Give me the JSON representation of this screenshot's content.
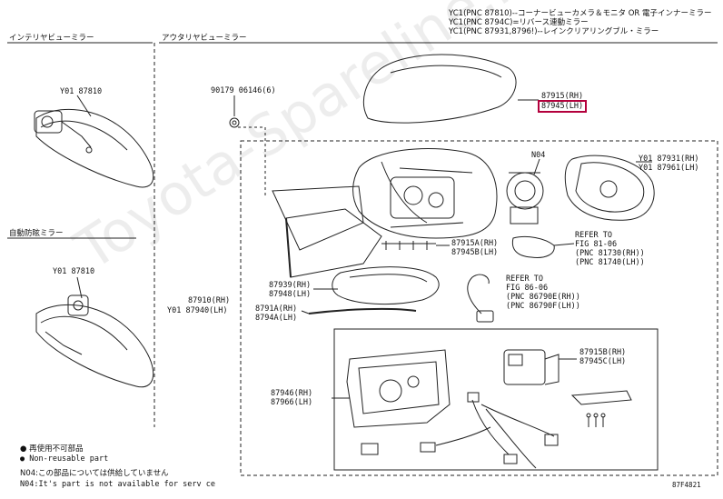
{
  "header_notes": [
    "YC1(PNC 87810)--コーナービューカメラ＆モニタ OR 電子インナーミラー",
    "YC1(PNC 8794C)=リバース連動ミラー",
    "YC1(PNC 87931,8796!)--レインクリアリングブル・ミラー"
  ],
  "sections": {
    "interior_mirror": "インテリヤビューミラー",
    "outer_mirror": "アウタリヤビューミラー",
    "auto_dimming_mirror": "自動防眩ミラー"
  },
  "callouts": {
    "p87810_a": "Y01 87810",
    "p87810_b": "Y01 87810",
    "p90179": "90179 06146(6)",
    "p87915_rh": "87915(RH)",
    "p87945_lh": "87945(LH)",
    "n04": "N04",
    "p87931_rh": "Y01 87931(RH)",
    "p87961_lh": "Y01 87961(LH)",
    "p87915a_rh": "87915A(RH)",
    "p87945b_lh": "87945B(LH)",
    "p87939_rh": "87939(RH)",
    "p87948_lh": "87948(LH)",
    "p87910_rh": "87910(RH)",
    "p87940_lh": "Y01 87940(LH)",
    "p8791a_rh": "8791A(RH)",
    "p8794a_lh": "8794A(LH)",
    "p87946_rh": "87946(RH)",
    "p87966_lh": "87966(LH)",
    "p87915b_rh": "87915B(RH)",
    "p87945c_lh": "87945C(LH)"
  },
  "refer_notes": {
    "fig81": {
      "line1": "REFER TO",
      "line2": "FIG 81-06",
      "line3": "(PNC 81730(RH))",
      "line4": "(PNC 81740(LH))"
    },
    "fig86": {
      "line1": "REFER TO",
      "line2": "FIG 86-06",
      "line3": "(PNC 86790E(RH))",
      "line4": "(PNC 86790F(LH))"
    }
  },
  "legend": {
    "non_reusable_jp": "● 再使用不可部品",
    "non_reusable_en": "● Non-reusable part",
    "n04_jp": "N04:この部品については供給していません",
    "n04_en": "N04:It's part is not available for serv ce"
  },
  "figure_code": "87F4821",
  "watermark": "Toyota-Spareline.ru",
  "colors": {
    "highlight_border": "#b3003c",
    "line": "#222222"
  }
}
